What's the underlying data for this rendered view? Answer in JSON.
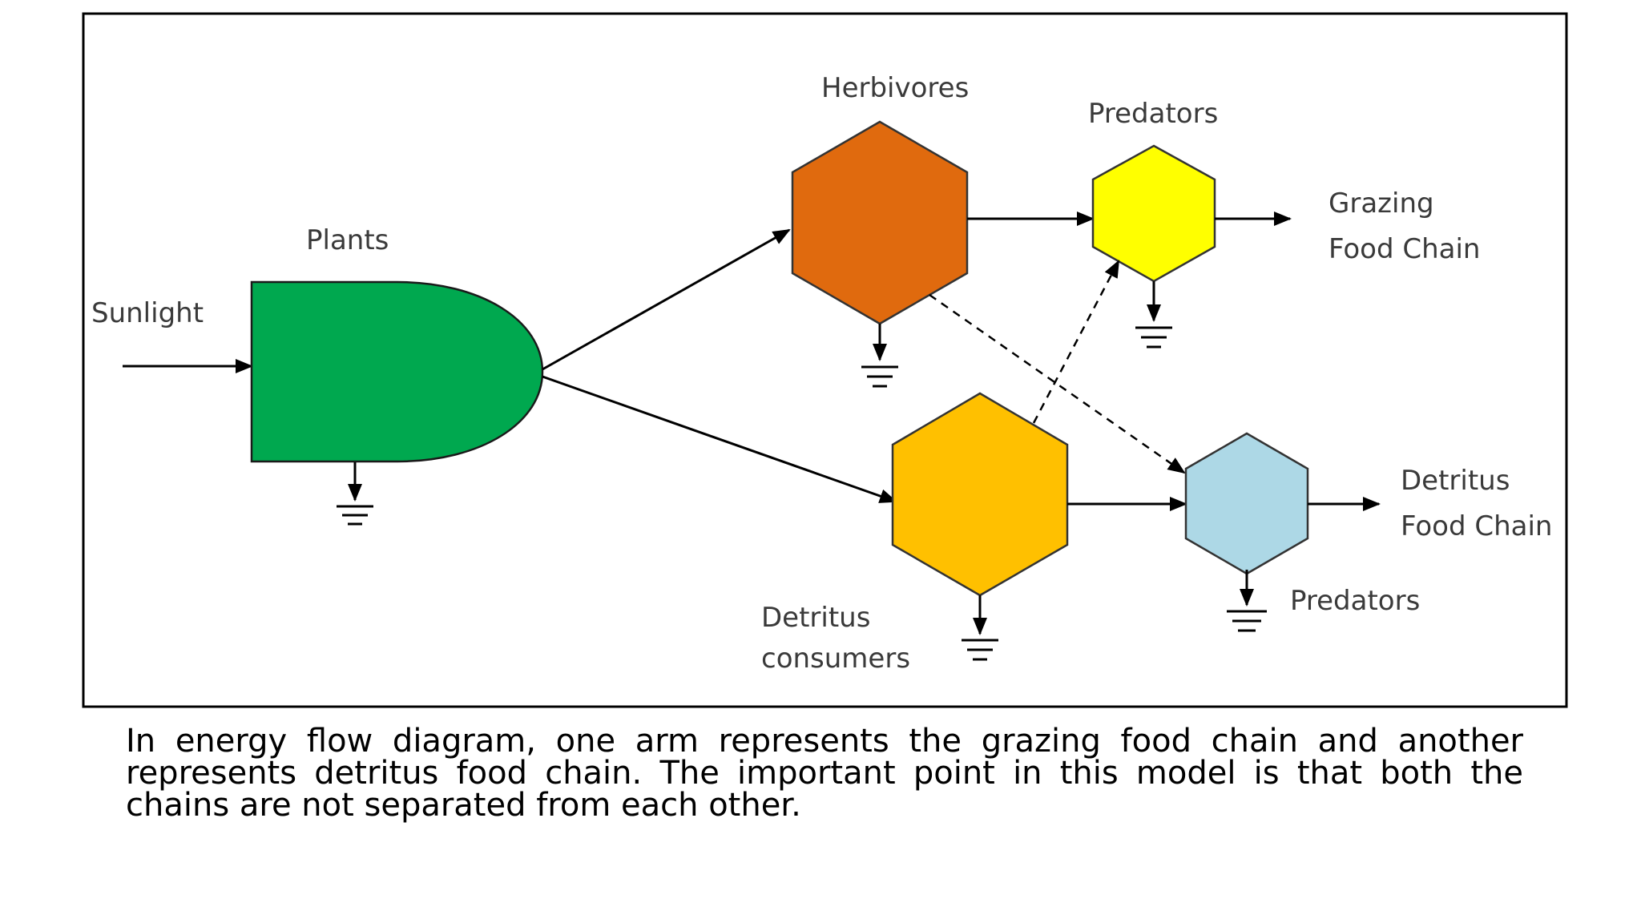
{
  "diagram": {
    "labels": {
      "sunlight": "Sunlight",
      "plants": "Plants",
      "herbivores": "Herbivores",
      "predators_top": "Predators",
      "grazing_line1": "Grazing",
      "grazing_line2": "Food Chain",
      "detritus_line1": "Detritus",
      "detritus_line2": "Food Chain",
      "predators_bottom": "Predators",
      "detritus_consumers_line1": "Detritus",
      "detritus_consumers_line2": "consumers"
    },
    "colors": {
      "plants": "#00A84F",
      "herbivores": "#E06A0E",
      "predators_top": "#FFFF00",
      "detritus_consumers": "#FFC000",
      "predators_bottom": "#ADD8E6",
      "frame": "#000000"
    }
  },
  "caption": {
    "text": "In energy flow diagram, one arm represents the grazing food chain and another represents detritus food chain. The important point in this model is that both the chains are not separated from each other."
  }
}
